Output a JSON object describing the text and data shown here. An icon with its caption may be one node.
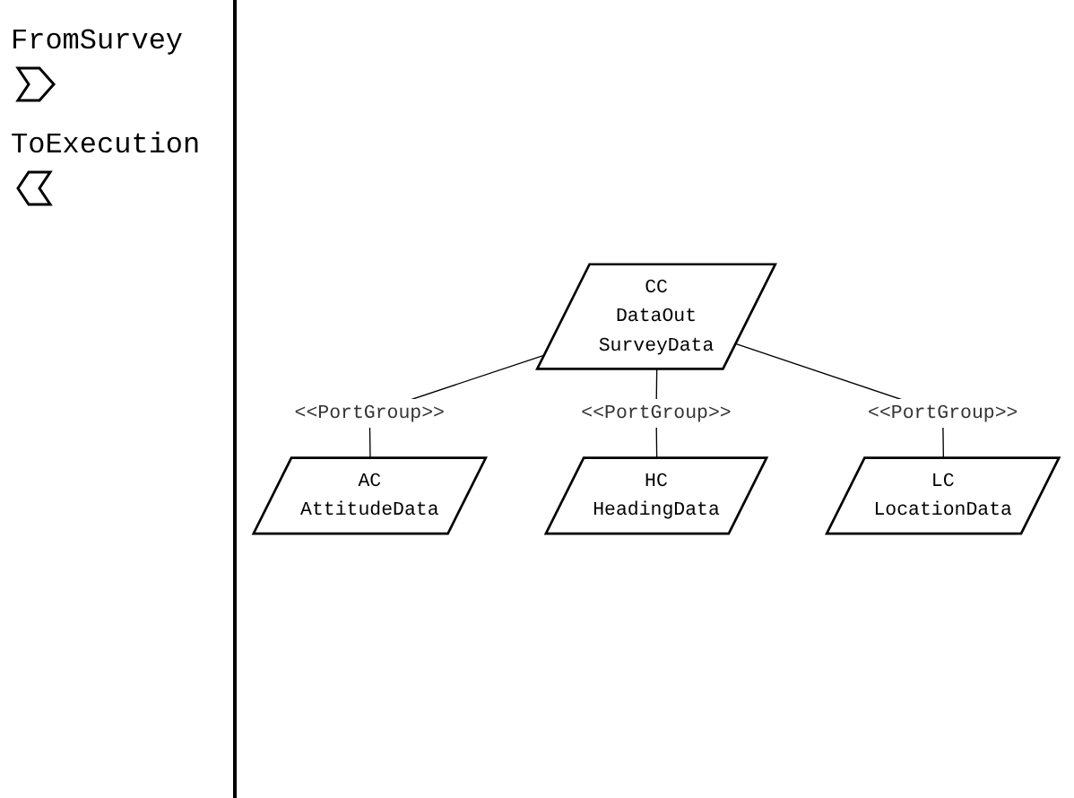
{
  "diagram": {
    "nodes": [
      {
        "text": [
          "CC",
          "DataOut",
          "SurveyData"
        ]
      },
      {
        "text": [
          "AC",
          "AttitudeData"
        ]
      },
      {
        "text": [
          "LC",
          "LocationData"
        ]
      },
      {
        "text": [
          "HC",
          "HeadingData"
        ]
      }
    ],
    "edges": [
      {
        "from": 0,
        "to": 1,
        "arrow": "none",
        "label": "<<PortGroup>>"
      },
      {
        "from": 0,
        "to": 3,
        "arrow": "none",
        "label": "<<PortGroup>>"
      },
      {
        "from": 0,
        "to": 2,
        "arrow": "none",
        "label": "<<PortGroup>>"
      }
    ],
    "labels": [
      "FromSurvey",
      "ToExecution"
    ]
  }
}
